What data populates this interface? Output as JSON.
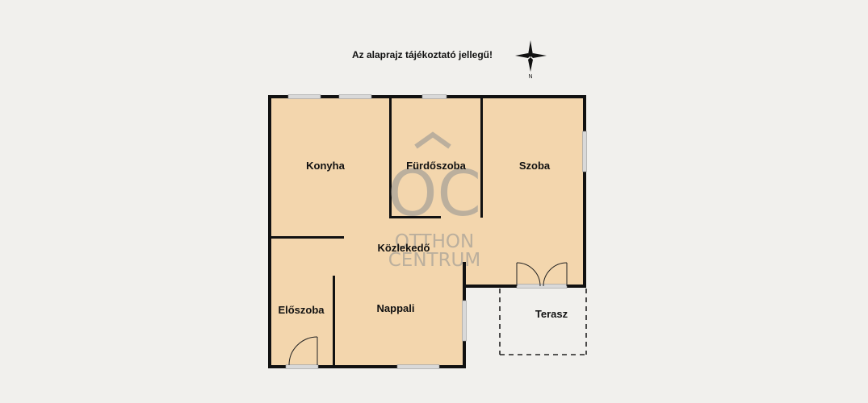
{
  "header": {
    "note": "Az alaprajz tájékoztató jellegű!",
    "compass_letter": "N",
    "compass_icon": "compass-rose-icon"
  },
  "watermark": {
    "monogram": "OC",
    "line1": "OTTHON",
    "line2": "CENTRUM"
  },
  "rooms": {
    "kitchen": "Konyha",
    "bathroom": "Fürdőszoba",
    "bedroom": "Szoba",
    "corridor": "Közlekedő",
    "hall": "Előszoba",
    "living": "Nappali",
    "terrace": "Terasz"
  },
  "colors": {
    "background": "#f1f0ed",
    "floor": "#f3d6ad",
    "wall": "#111111",
    "window": "#d8d8d8",
    "watermark": "#b0a89a"
  }
}
